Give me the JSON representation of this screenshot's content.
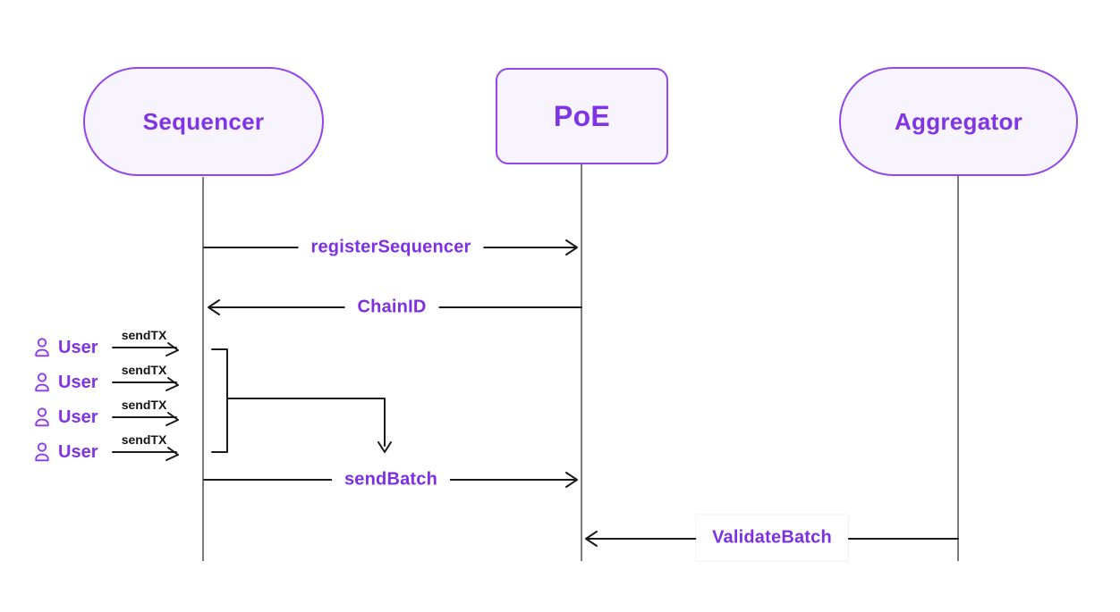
{
  "actors": {
    "sequencer": "Sequencer",
    "poe": "PoE",
    "aggregator": "Aggregator"
  },
  "messages": {
    "register_sequencer": "registerSequencer",
    "chain_id": "ChainID",
    "send_batch": "sendBatch",
    "validate_batch": "ValidateBatch"
  },
  "users": {
    "rows": [
      {
        "label": "User",
        "tx": "sendTX"
      },
      {
        "label": "User",
        "tx": "sendTX"
      },
      {
        "label": "User",
        "tx": "sendTX"
      },
      {
        "label": "User",
        "tx": "sendTX"
      }
    ]
  },
  "icons": {
    "user": "person-outline"
  },
  "colors": {
    "accent_text": "#7c2fe3",
    "node_border": "#9146eb",
    "node_fill": "#f7f4fd",
    "lifeline": "#7b7b7b",
    "arrow": "#1a1a1a",
    "background": "#ffffff"
  }
}
